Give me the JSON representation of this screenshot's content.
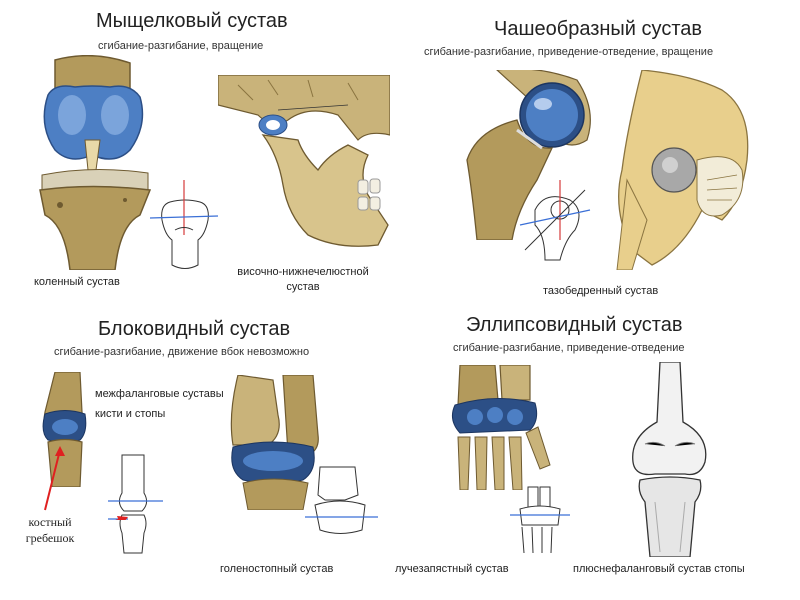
{
  "colors": {
    "bone": "#b39a5c",
    "bone_dark": "#6e5a30",
    "bone_light": "#e8d9a8",
    "cartilage": "#4d7fc4",
    "cartilage_light": "#8fb3e6",
    "axis_red": "#d63a3a",
    "axis_blue": "#3a6fd6",
    "arrow": "#e02020"
  },
  "sections": {
    "condylar": {
      "title": "Мыщелковый сустав",
      "subtitle": "сгибание-разгибание, вращение",
      "caption_knee": "коленный сустав",
      "caption_tmj": "височно-нижнечелюстной сустав"
    },
    "ball": {
      "title": "Чашеобразный сустав",
      "subtitle": "сгибание-разгибание, приведение-отведение, вращение",
      "caption_hip": "тазобедренный сустав"
    },
    "hinge": {
      "title": "Блоковидный сустав",
      "subtitle": "сгибание-разгибание, движение вбок невозможно",
      "caption_interphalangeal": "межфаланговые суставы кисти и стопы",
      "caption_ridge": "костный гребешок",
      "caption_ankle": "голеностопный сустав"
    },
    "ellipsoid": {
      "title": "Эллипсовидный сустав",
      "subtitle": "сгибание-разгибание, приведение-отведение",
      "caption_wrist": "лучезапястный сустав",
      "caption_mtp": "плюснефаланговый сустав стопы"
    }
  }
}
